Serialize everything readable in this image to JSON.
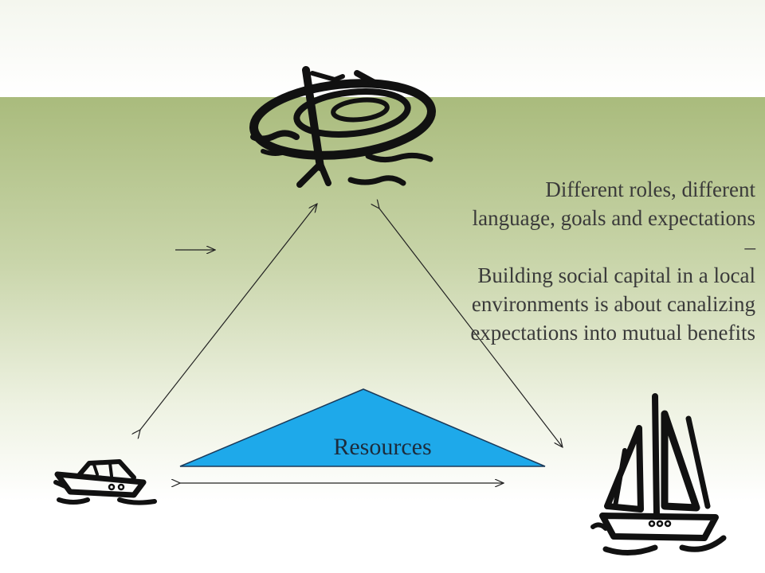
{
  "slide": {
    "caption_lines": [
      "Different roles, different",
      "language, goals and expectations",
      "–",
      "Building social capital in a local",
      "environments is about canalizing",
      "expectations into mutual benefits"
    ],
    "triangle_label": "Resources",
    "colors": {
      "band_top": "#a9bb7c",
      "triangle_fill": "#1ea9ea",
      "text": "#3a3a3a"
    },
    "icons": [
      "lifebuoy-icon",
      "motorboat-icon",
      "sailboat-icon"
    ]
  }
}
